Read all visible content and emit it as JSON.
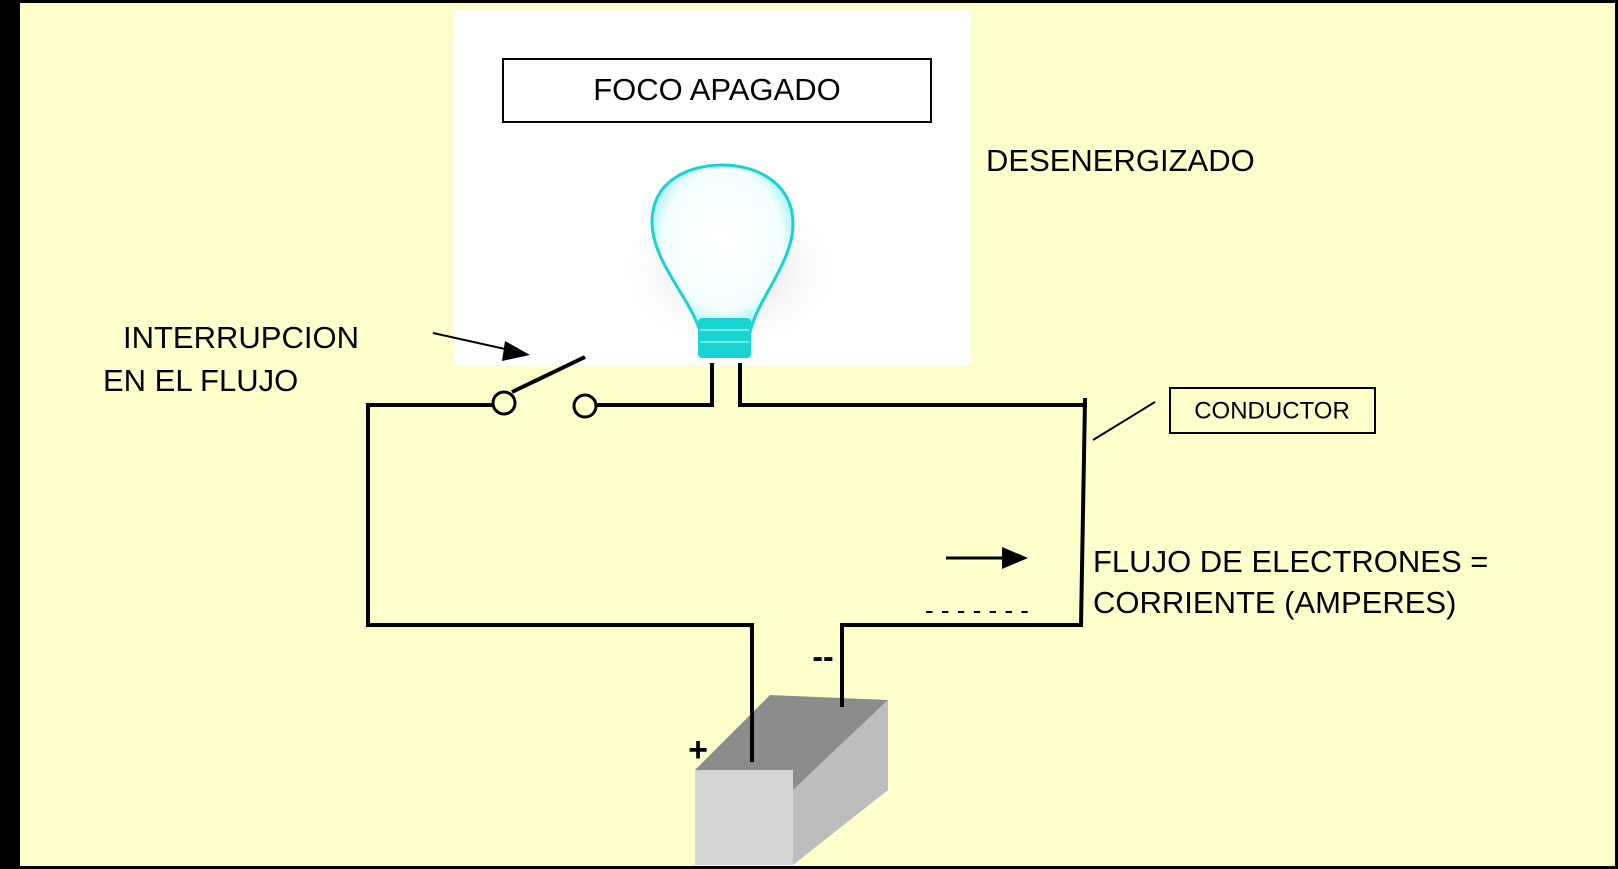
{
  "labels": {
    "bulb_title": "FOCO APAGADO",
    "state": "DESENERGIZADO",
    "interruption_line1": "INTERRUPCION",
    "interruption_line2": "EN EL FLUJO",
    "conductor": "CONDUCTOR",
    "flow_line1": "FLUJO DE ELECTRONES =",
    "flow_line2": "CORRIENTE (AMPERES)",
    "dashes": "- - - - - - -",
    "negative": "--",
    "positive": "+"
  },
  "colors": {
    "background": "#ffffcc",
    "border": "#000000",
    "wire": "#000000",
    "bulb_glow": "#19d3d3",
    "battery_top": "#8c8c8c",
    "battery_front": "#d4d4d4",
    "battery_side": "#bdbdbd"
  },
  "icons": {
    "bulb": "light-bulb-icon",
    "battery": "battery-icon",
    "switch": "open-switch-icon"
  }
}
